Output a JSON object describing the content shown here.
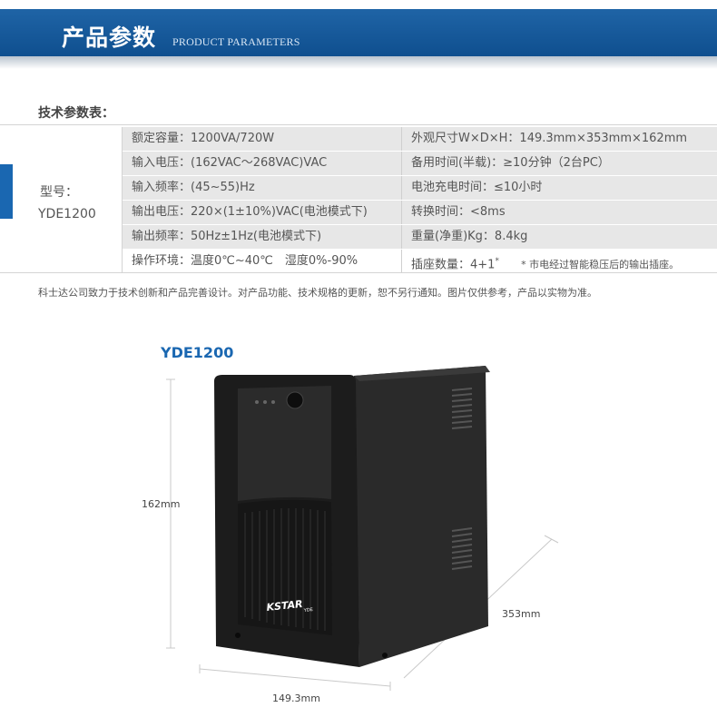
{
  "header": {
    "title": "产品参数",
    "subtitle": "PRODUCT PARAMETERS"
  },
  "specs": {
    "section_label": "技术参数表：",
    "model_label": "型号：",
    "model_value": "YDE1200",
    "rows": [
      {
        "left": "额定容量：1200VA/720W",
        "right": "外观尺寸W×D×H：149.3mm×353mm×162mm"
      },
      {
        "left": "输入电压：(162VAC～268VAC)VAC",
        "right": "备用时间(半载)：≥10分钟（2台PC）"
      },
      {
        "left": "输入频率：(45~55)Hz",
        "right": "电池充电时间：≤10小时"
      },
      {
        "left": "输出电压：220×(1±10%)VAC(电池模式下)",
        "right": "转换时间：<8ms"
      },
      {
        "left": "输出频率：50Hz±1Hz(电池模式下)",
        "right": "重量(净重)Kg：8.4kg"
      },
      {
        "left": "操作环境：温度0℃~40℃　湿度0%-90%",
        "right": "插座数量：4+1",
        "right_sup": "*",
        "right_note": "* 市电经过智能稳压后的输出插座。"
      }
    ],
    "disclaimer": "科士达公司致力于技术创新和产品完善设计。对产品功能、技术规格的更新，恕不另行通知。图片仅供参考，产品以实物为准。"
  },
  "product": {
    "label": "YDE1200",
    "height_dim": "162mm",
    "depth_dim": "353mm",
    "width_dim": "149.3mm",
    "brand": "KSTAR",
    "brand_sub": "YDE"
  }
}
